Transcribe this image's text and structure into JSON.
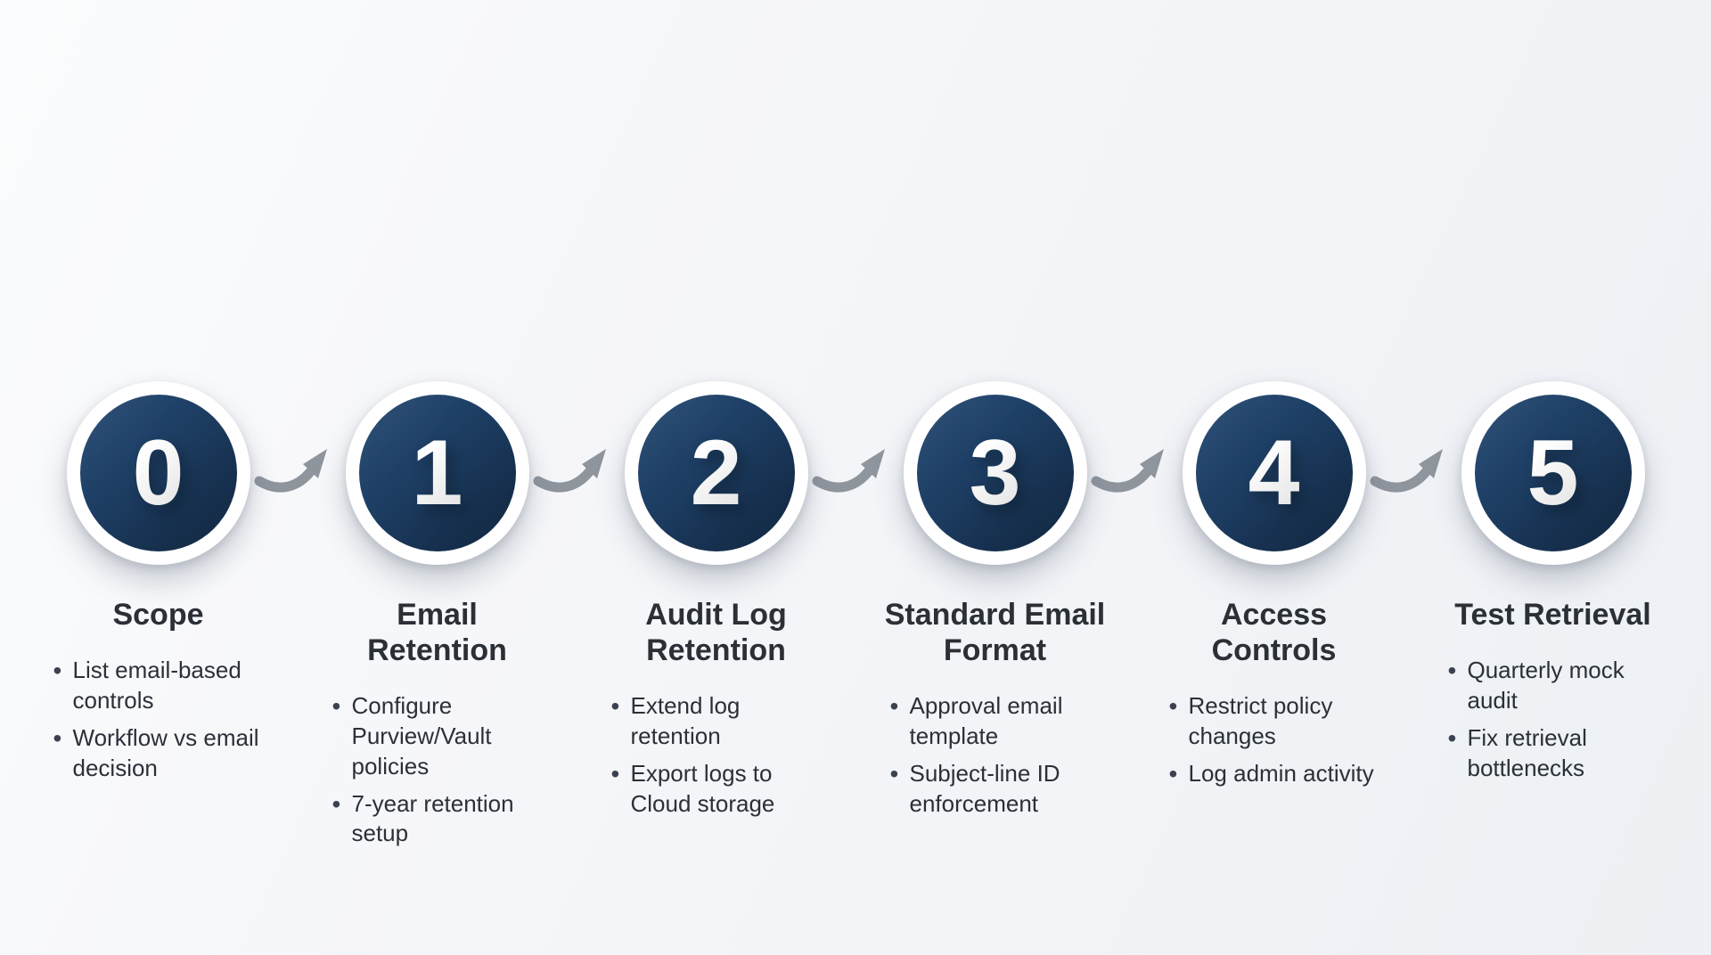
{
  "colors": {
    "circle": "#1c3c61",
    "arrow": "#8f959d",
    "title": "#2b2f36",
    "text": "#2b3038"
  },
  "steps": [
    {
      "number": "0",
      "title": "Scope",
      "bullets": [
        "List email-based controls",
        "Workflow vs email decision"
      ]
    },
    {
      "number": "1",
      "title": "Email Retention",
      "bullets": [
        "Configure Purview/Vault policies",
        "7-year retention setup"
      ]
    },
    {
      "number": "2",
      "title": "Audit Log Retention",
      "bullets": [
        "Extend log retention",
        "Export logs to Cloud storage"
      ]
    },
    {
      "number": "3",
      "title": "Standard Email Format",
      "bullets": [
        "Approval email template",
        "Subject-line ID enforcement"
      ]
    },
    {
      "number": "4",
      "title": "Access Controls",
      "bullets": [
        "Restrict policy changes",
        "Log admin activity"
      ]
    },
    {
      "number": "5",
      "title": "Test Retrieval",
      "bullets": [
        "Quarterly mock audit",
        "Fix retrieval bottlenecks"
      ]
    }
  ]
}
